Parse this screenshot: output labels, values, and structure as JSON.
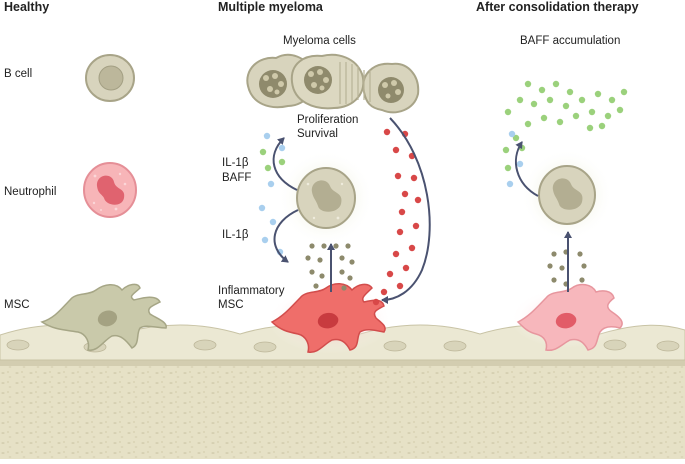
{
  "headings": {
    "healthy": "Healthy",
    "myeloma": "Multiple myeloma",
    "after": "After consolidation therapy"
  },
  "labels": {
    "b_cell": "B cell",
    "neutrophil": "Neutrophil",
    "msc": "MSC",
    "myeloma_cells": "Myeloma cells",
    "proliferation": "Proliferation",
    "survival": "Survival",
    "il1b_a": "IL-1β",
    "baff": "BAFF",
    "il1b_b": "IL-1β",
    "inflammatory": "Inflammatory",
    "inflammatory_msc": "MSC",
    "baff_accumulation": "BAFF accumulation"
  },
  "colors": {
    "cell_beige": "#d8d4bd",
    "cell_outline": "#a8a488",
    "neutrophil_pink": "#f7b5b8",
    "neutrophil_nucleus": "#e0636f",
    "msc_green": "#c9c9aa",
    "inflamed_red": "#ef6e6a",
    "myeloma_dot": "#d84848",
    "il1b_blue": "#a9cfee",
    "baff_green": "#9bd17c",
    "olive_dot": "#8d8a6c",
    "arrow": "#4a5270",
    "bone": "#e9e6cf",
    "bone_dark": "#d9d4b9"
  }
}
